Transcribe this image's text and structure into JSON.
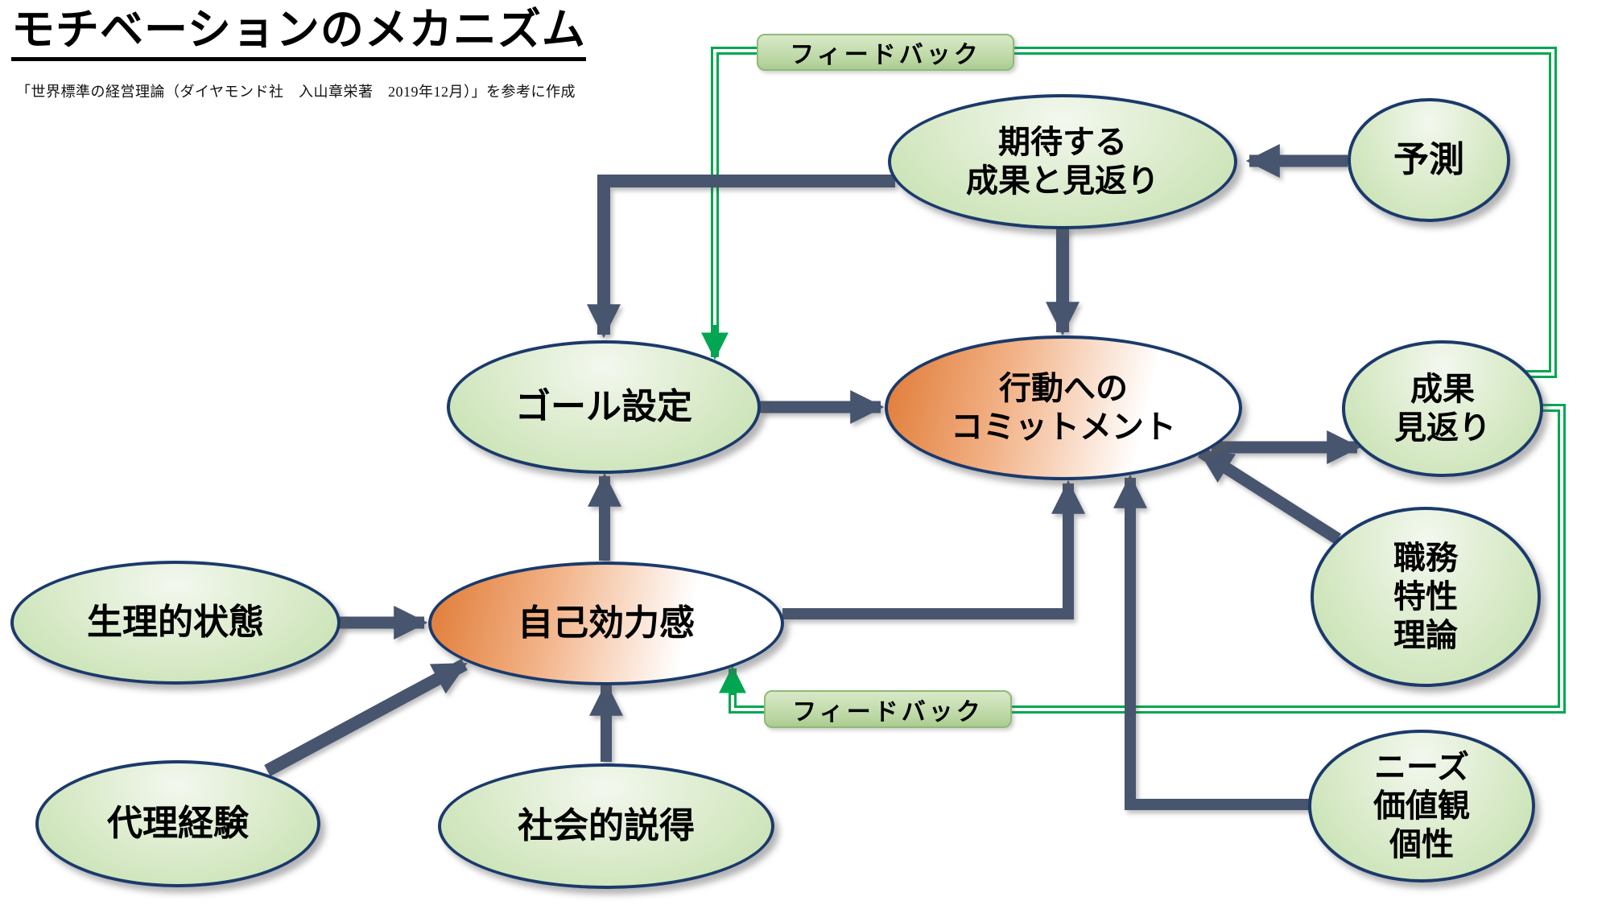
{
  "title": "モチベーションのメカニズム",
  "subtitle": "「世界標準の経営理論（ダイヤモンド社　入山章栄著　2019年12月）」を参考に作成",
  "feedback_top": {
    "label": "フィードバック"
  },
  "feedback_middle": {
    "label": "フィードバック"
  },
  "nodes": {
    "expected_outcome": {
      "label": "期待する\n成果と見返り",
      "style": "green"
    },
    "prediction": {
      "label": "予測",
      "style": "green"
    },
    "goal_setting": {
      "label": "ゴール設定",
      "style": "green"
    },
    "commitment": {
      "label": "行動への\nコミットメント",
      "style": "orange"
    },
    "outcome_reward": {
      "label": "成果\n見返り",
      "style": "green"
    },
    "physiological_state": {
      "label": "生理的状態",
      "style": "green"
    },
    "self_efficacy": {
      "label": "自己効力感",
      "style": "orange"
    },
    "job_characteristics": {
      "label": "職務\n特性\n理論",
      "style": "green"
    },
    "vicarious_experience": {
      "label": "代理経験",
      "style": "green"
    },
    "social_persuasion": {
      "label": "社会的説得",
      "style": "green"
    },
    "needs_values": {
      "label": "ニーズ\n価値観\n個性",
      "style": "green"
    }
  },
  "colors": {
    "arrow_dark": "#47556F",
    "feedback_green": "#00A651",
    "ellipse_border": "#1b3a6b",
    "label_fill": "#b9d6a1"
  }
}
